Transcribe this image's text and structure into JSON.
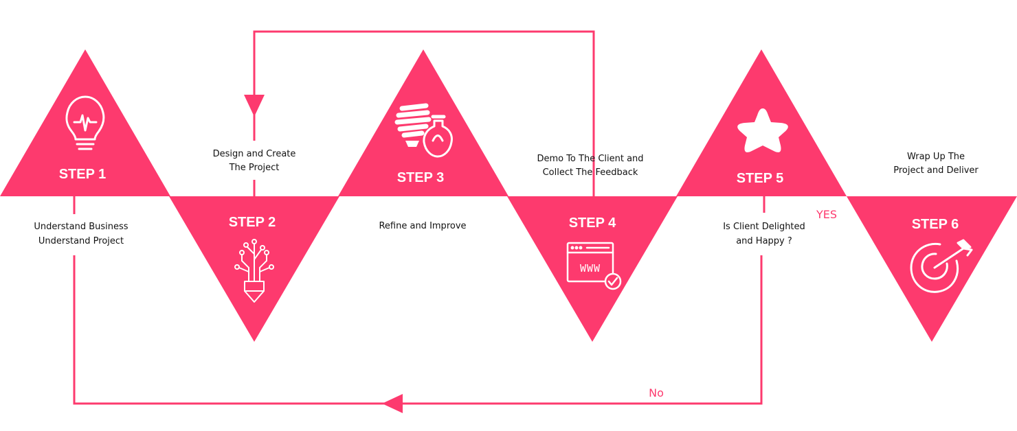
{
  "colors": {
    "accent": "#fd3a6e",
    "text": "#111111",
    "icon": "#ffffff"
  },
  "steps": [
    {
      "label": "STEP 1",
      "icon": "lightbulb-icon",
      "description": [
        "Understand Business",
        "Understand Project"
      ]
    },
    {
      "label": "STEP 2",
      "icon": "circuit-pencil-icon",
      "description": [
        "Design and Create",
        "The Project"
      ]
    },
    {
      "label": "STEP 3",
      "icon": "bulbs-icon",
      "description": [
        "Refine and Improve"
      ]
    },
    {
      "label": "STEP 4",
      "icon": "www-browser-check-icon",
      "description": [
        "Demo To The Client and",
        "Collect  The Feedback"
      ]
    },
    {
      "label": "STEP 5",
      "icon": "star-icon",
      "description": [
        "Is Client  Delighted",
        "and Happy ?"
      ]
    },
    {
      "label": "STEP 6",
      "icon": "target-arrow-icon",
      "description": [
        "Wrap Up The",
        "Project and Deliver"
      ]
    }
  ],
  "branches": {
    "yes": "YES",
    "no": "No"
  }
}
